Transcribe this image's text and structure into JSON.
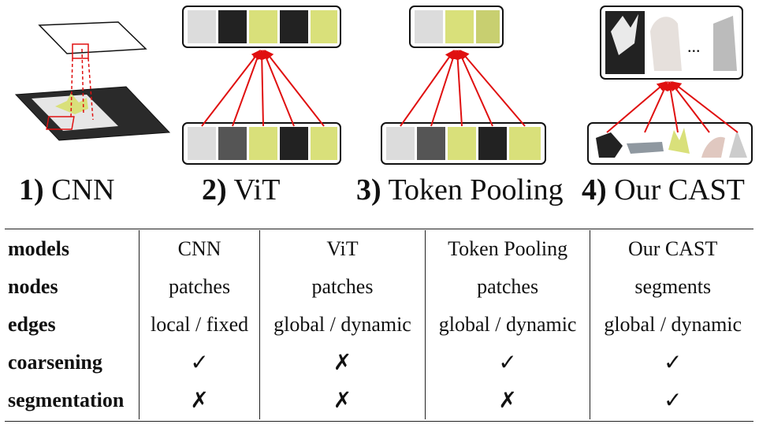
{
  "captions": [
    {
      "num": "1)",
      "text": "CNN"
    },
    {
      "num": "2)",
      "text": "ViT"
    },
    {
      "num": "3)",
      "text": "Token Pooling"
    },
    {
      "num": "4)",
      "text": "Our CAST"
    }
  ],
  "ellipsis": "...",
  "table": {
    "header": [
      "models",
      "CNN",
      "ViT",
      "Token Pooling",
      "Our CAST"
    ],
    "rows": [
      [
        "nodes",
        "patches",
        "patches",
        "patches",
        "segments"
      ],
      [
        "edges",
        "local / fixed",
        "global / dynamic",
        "global / dynamic",
        "global / dynamic"
      ],
      [
        "coarsening",
        "✓",
        "✗",
        "✓",
        "✓"
      ],
      [
        "segmentation",
        "✗",
        "✗",
        "✗",
        "✓"
      ]
    ]
  },
  "colors": {
    "arrow": "#e01010",
    "patch_dark": "#222222",
    "patch_light": "#dcdcdc",
    "feather": "#d9e07a"
  }
}
